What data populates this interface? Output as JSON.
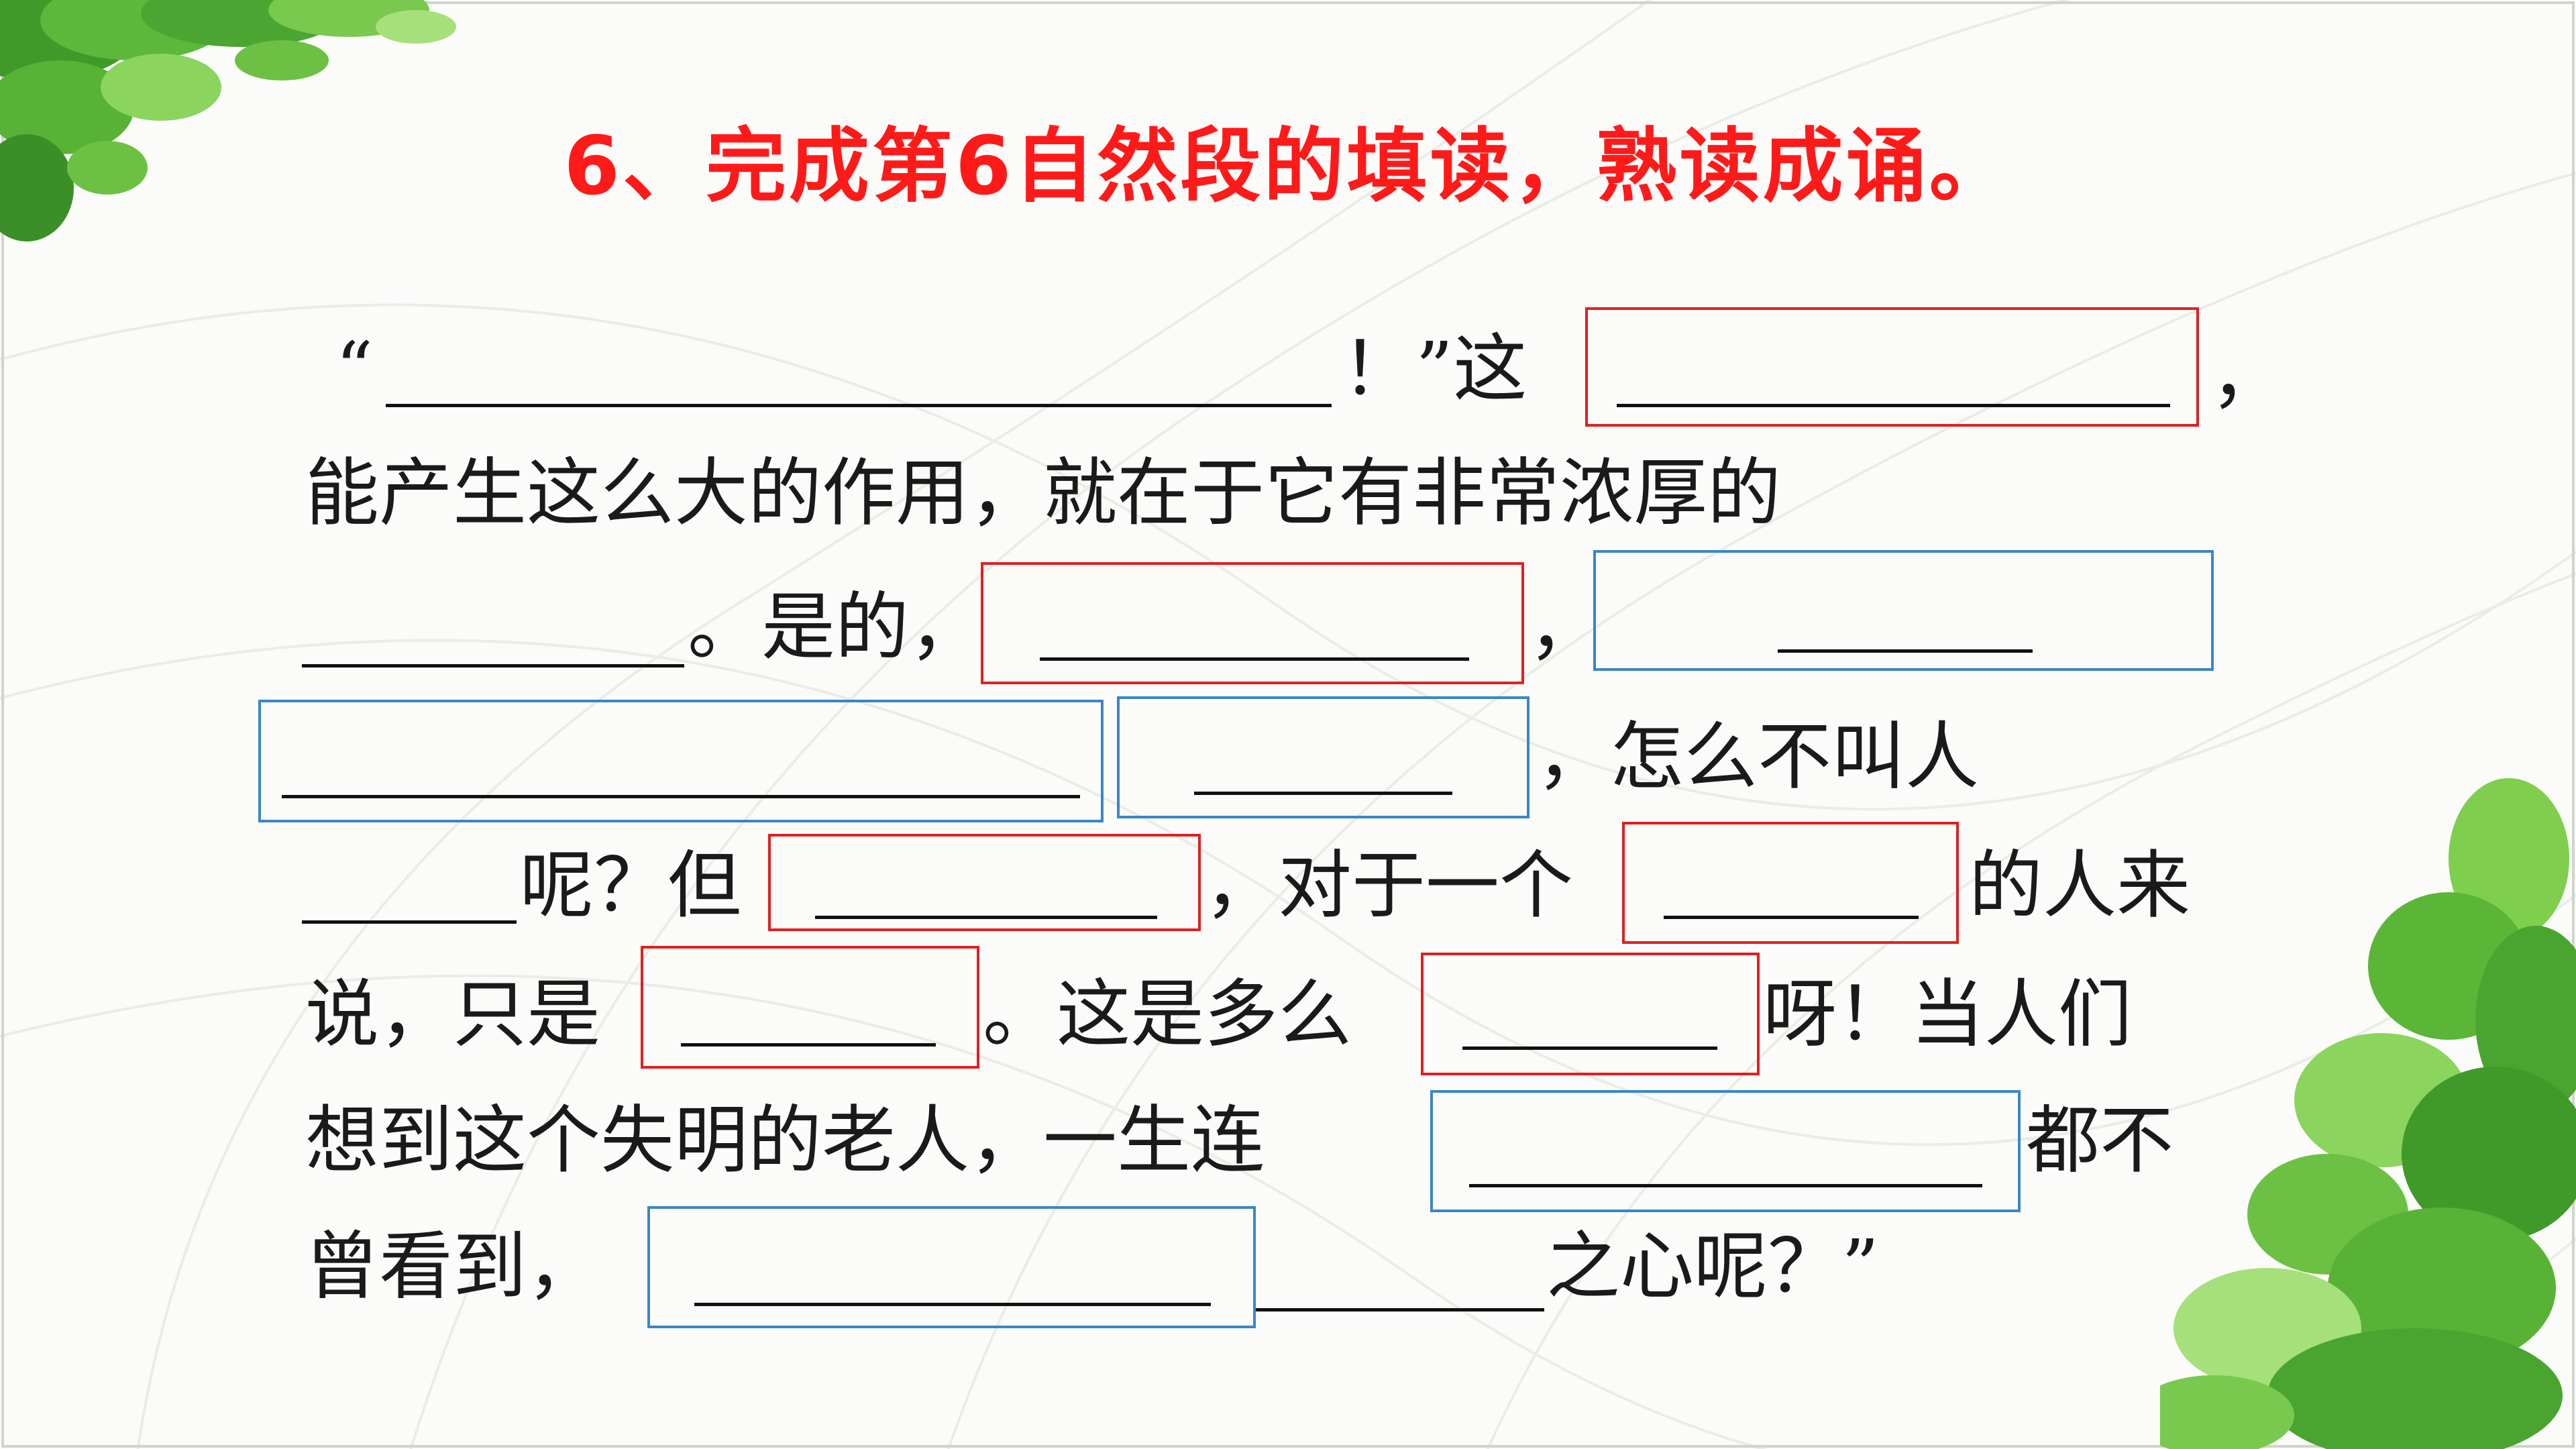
{
  "title": "6、完成第6自然段的填读，熟读成诵。",
  "lines": [
    {
      "id": "l1a",
      "text": "“"
    },
    {
      "id": "l1b",
      "text": "！”这"
    },
    {
      "id": "l1c",
      "text": "，"
    },
    {
      "id": "l2",
      "text": "能产生这么大的作用，就在于它有非常浓厚的"
    },
    {
      "id": "l3a",
      "text": "。是的，"
    },
    {
      "id": "l3b",
      "text": "，"
    },
    {
      "id": "l4",
      "text": "，怎么不叫人"
    },
    {
      "id": "l5a",
      "text": "呢？但"
    },
    {
      "id": "l5b",
      "text": "，对于一个"
    },
    {
      "id": "l5c",
      "text": "的人来"
    },
    {
      "id": "l6a",
      "text": "说，只是"
    },
    {
      "id": "l6b",
      "text": "。这是多么"
    },
    {
      "id": "l6c",
      "text": "呀！当人们"
    },
    {
      "id": "l7a",
      "text": "想到这个失明的老人，一生连"
    },
    {
      "id": "l7b",
      "text": "都不"
    },
    {
      "id": "l8a",
      "text": "曾看到，"
    },
    {
      "id": "l8b",
      "text": "之心呢？”"
    }
  ]
}
